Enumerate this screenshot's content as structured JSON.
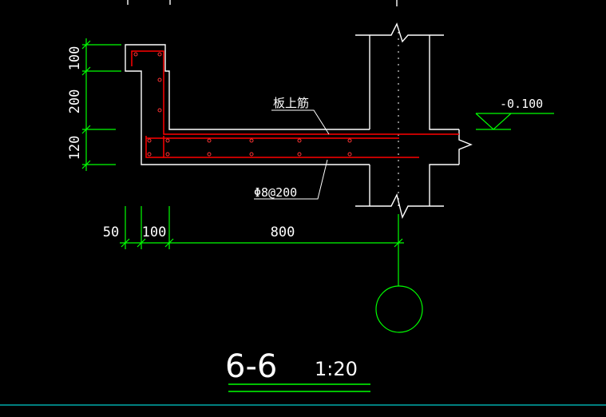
{
  "drawing": {
    "section_title": "6-6",
    "scale": "1:20",
    "rebar_label_top": "板上筋",
    "rebar_label_bottom": "Φ8@200",
    "level_mark": "-0.100",
    "vertical_dims": [
      "100",
      "200",
      "120"
    ],
    "horizontal_dims": [
      "50",
      "100",
      "800"
    ]
  },
  "colors": {
    "background": "#000000",
    "outline": "#ffffff",
    "dimension": "#00ff00",
    "rebar": "#ff0000",
    "rebar_dot": "#ff3333",
    "grid_bubble": "#00ff00",
    "bottom_line": "#00ffff"
  }
}
